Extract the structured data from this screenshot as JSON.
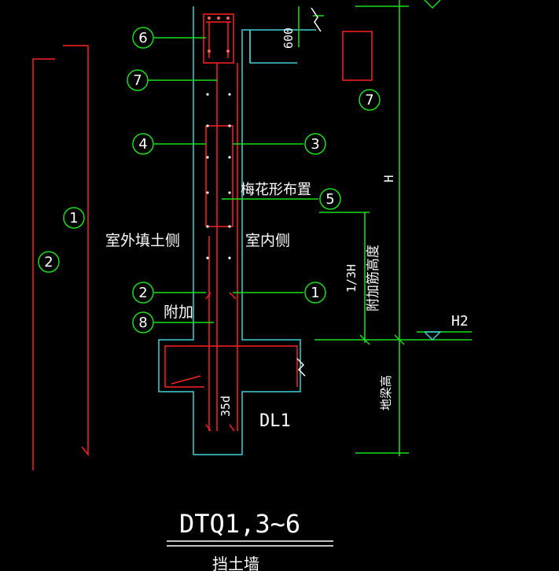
{
  "labels": {
    "outer_soil_side": "室外填土侧",
    "inner_side": "室内侧",
    "plum_layout": "梅花形布置",
    "additional": "附加",
    "additional_bar_length": "附加筋高度",
    "one_third_h": "1/3H",
    "h": "H",
    "h2": "H2",
    "dim_600": "600",
    "dim_35d": "35d",
    "beam_height": "地梁高",
    "dl1": "DL1",
    "title": "DTQ1,3~6",
    "subtitle": "挡土墙"
  },
  "callouts": [
    "1",
    "2",
    "3",
    "4",
    "5",
    "6",
    "7",
    "8"
  ],
  "colors": {
    "background": "#000000",
    "rebar": "#ff2020",
    "outline": "#3fd0d8",
    "leader": "#19e019",
    "text": "#ffffff"
  }
}
